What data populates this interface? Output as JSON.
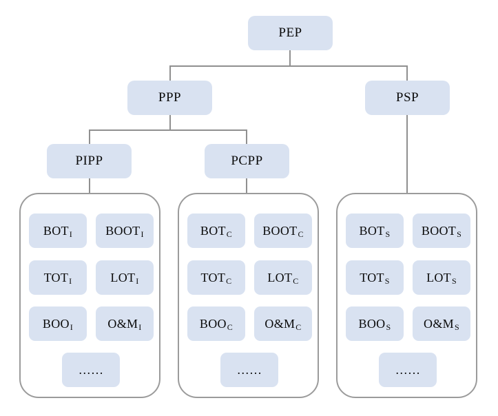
{
  "colors": {
    "box_fill": "#d9e2f1",
    "container_border": "#9b9b9b",
    "connector": "#8f8f8f",
    "text": "#0a0a0a",
    "background": "#ffffff"
  },
  "nodes": {
    "pep": {
      "label": "PEP"
    },
    "ppp": {
      "label": "PPP"
    },
    "psp": {
      "label": "PSP"
    },
    "pipp": {
      "label": "PIPP"
    },
    "pcpp": {
      "label": "PCPP"
    }
  },
  "groups": [
    {
      "items": [
        {
          "text": "BOT",
          "sub": "I"
        },
        {
          "text": "BOOT",
          "sub": "I"
        },
        {
          "text": "TOT",
          "sub": "I"
        },
        {
          "text": "LOT",
          "sub": "I"
        },
        {
          "text": "BOO",
          "sub": "I"
        },
        {
          "text": "O&M",
          "sub": "I"
        },
        {
          "text": "……",
          "sub": ""
        }
      ]
    },
    {
      "items": [
        {
          "text": "BOT",
          "sub": "C"
        },
        {
          "text": "BOOT",
          "sub": "C"
        },
        {
          "text": "TOT",
          "sub": "C"
        },
        {
          "text": "LOT",
          "sub": "C"
        },
        {
          "text": "BOO",
          "sub": "C"
        },
        {
          "text": "O&M",
          "sub": "C"
        },
        {
          "text": "……",
          "sub": ""
        }
      ]
    },
    {
      "items": [
        {
          "text": "BOT",
          "sub": "S"
        },
        {
          "text": "BOOT",
          "sub": "S"
        },
        {
          "text": "TOT",
          "sub": "S"
        },
        {
          "text": "LOT",
          "sub": "S"
        },
        {
          "text": "BOO",
          "sub": "S"
        },
        {
          "text": "O&M",
          "sub": "S"
        },
        {
          "text": "……",
          "sub": ""
        }
      ]
    }
  ]
}
